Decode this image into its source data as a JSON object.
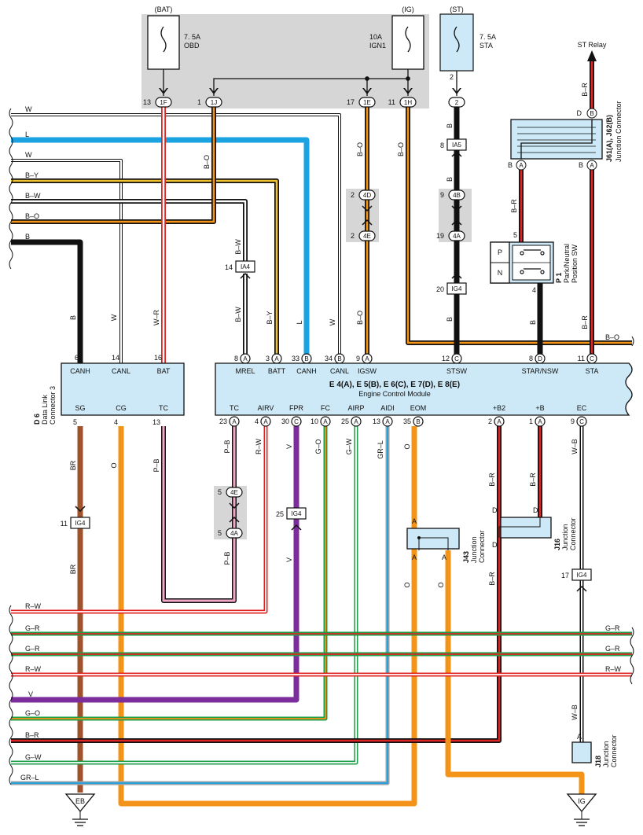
{
  "colors": {
    "W": "#ffffff",
    "L": "#1aa3e0",
    "B": "#111111",
    "Y": "#f2c230",
    "O": "#f39418",
    "R": "#e02424",
    "G": "#1e9e48",
    "V": "#7b2d9c",
    "BR": "#a0522d",
    "P": "#f2a6c8",
    "GR": "#9aa3ab",
    "ecm_fill": "#cde9f7",
    "shade": "#d6d6d6"
  },
  "fuses": [
    {
      "source": "(BAT)",
      "rating": "7. 5A",
      "name": "OBD",
      "terminal_num": "13",
      "terminal": "1F"
    },
    {
      "source": "(IG)",
      "rating": "10A",
      "name": "IGN1",
      "terminal_num": "11",
      "terminal": "1H"
    },
    {
      "source": "(ST)",
      "rating": "7. 5A",
      "name": "STA",
      "terminal_num": "2",
      "terminal": "2"
    }
  ],
  "ig_terminals": [
    {
      "num": "1",
      "id": "1J"
    },
    {
      "num": "17",
      "id": "1E"
    }
  ],
  "left_wires": [
    {
      "code": "W"
    },
    {
      "code": "L"
    },
    {
      "code": "W"
    },
    {
      "code": "B–Y"
    },
    {
      "code": "B–W"
    },
    {
      "code": "B–O"
    },
    {
      "code": "B"
    }
  ],
  "bottom_wires": [
    {
      "code": "R–W",
      "right": ""
    },
    {
      "code": "G–R",
      "right": "G–R"
    },
    {
      "code": "G–R",
      "right": "G–R"
    },
    {
      "code": "R–W",
      "right": "R–W"
    },
    {
      "code": "V",
      "right": ""
    },
    {
      "code": "G–O",
      "right": ""
    },
    {
      "code": "B–R",
      "right": ""
    },
    {
      "code": "G–W",
      "right": ""
    },
    {
      "code": "GR–L",
      "right": ""
    }
  ],
  "dlc": {
    "id": "D 6",
    "name": "Data Link",
    "name2": "Connector 3",
    "top_pins": [
      {
        "num": "6",
        "label": "CANH"
      },
      {
        "num": "14",
        "label": "CANL"
      },
      {
        "num": "16",
        "label": "BAT"
      }
    ],
    "bottom_pins": [
      {
        "num": "5",
        "label": "SG"
      },
      {
        "num": "4",
        "label": "CG"
      },
      {
        "num": "13",
        "label": "TC"
      }
    ]
  },
  "ecm": {
    "title": "E 4(A), E 5(B), E 6(C), E 7(D), E 8(E)",
    "name": "Engine Control Module",
    "top_pins": [
      {
        "num": "8",
        "conn": "A",
        "label": "MREL"
      },
      {
        "num": "3",
        "conn": "A",
        "label": "BATT"
      },
      {
        "num": "33",
        "conn": "B",
        "label": "CANH"
      },
      {
        "num": "34",
        "conn": "B",
        "label": "CANL"
      },
      {
        "num": "9",
        "conn": "A",
        "label": "IGSW"
      },
      {
        "num": "12",
        "conn": "C",
        "label": "STSW"
      },
      {
        "num": "8",
        "conn": "D",
        "label": "STAR/NSW"
      },
      {
        "num": "11",
        "conn": "C",
        "label": "STA"
      }
    ],
    "bottom_pins": [
      {
        "num": "23",
        "conn": "A",
        "label": "TC"
      },
      {
        "num": "4",
        "conn": "A",
        "label": "AIRV"
      },
      {
        "num": "30",
        "conn": "C",
        "label": "FPR"
      },
      {
        "num": "10",
        "conn": "A",
        "label": "FC"
      },
      {
        "num": "25",
        "conn": "A",
        "label": "AIRP"
      },
      {
        "num": "13",
        "conn": "A",
        "label": "AIDI"
      },
      {
        "num": "35",
        "conn": "B",
        "label": "EOM"
      },
      {
        "num": "2",
        "conn": "A",
        "label": "+B2"
      },
      {
        "num": "1",
        "conn": "A",
        "label": "+B"
      },
      {
        "num": "9",
        "conn": "C",
        "label": "EC"
      }
    ]
  },
  "wire_labels": {
    "BO_1J": "B–O",
    "BW_IA4": "B–W",
    "BW_low": "B–W",
    "BY": "B–Y",
    "L": "L",
    "W_canl": "W",
    "BO_igsw_up": "B–O",
    "BO_igsw_mid": "B–O",
    "BO_1H": "B–O",
    "B_st1": "B",
    "B_st2": "B",
    "B_st3": "B",
    "BR_pnp": "B–R",
    "B_star": "B",
    "BR_sta": "B–R",
    "BR_sta_up": "B–R",
    "BO_right": "B–O",
    "B_canh": "B",
    "W_dlc": "W",
    "WR_dlc": "W–R",
    "BR_sg": "BR",
    "BR_sg2": "BR",
    "O_cg": "O",
    "PB_tc": "P–B",
    "PB_ecm": "P–B",
    "PB_ecm2": "P–B",
    "RW_airv": "R–W",
    "V_fpr": "V",
    "V_fpr2": "V",
    "GO_fc": "G–O",
    "GW_airp": "G–W",
    "GRL_aidi": "GR–L",
    "O_eom": "O",
    "O_j43a": "O",
    "O_j43b": "O",
    "BR_b2a": "B–R",
    "BR_b2b": "B–R",
    "BR_b": "B–R",
    "WB_ec": "W–B",
    "WB_ec2": "W–B"
  },
  "connectors": {
    "IA4": {
      "num": "14",
      "id": "IA4"
    },
    "IA5": {
      "num": "8",
      "id": "IA5"
    },
    "4D": {
      "num": "2",
      "id": "4D"
    },
    "4E_top": {
      "num": "2",
      "id": "4E"
    },
    "4B": {
      "num": "9",
      "id": "4B"
    },
    "4A_top": {
      "num": "19",
      "id": "4A"
    },
    "IG4_st": {
      "num": "20",
      "id": "IG4"
    },
    "IG4_dlc": {
      "num": "11",
      "id": "IG4"
    },
    "4E_tc": {
      "num": "5",
      "id": "4E"
    },
    "4A_tc": {
      "num": "5",
      "id": "4A"
    },
    "IG4_fpr": {
      "num": "25",
      "id": "IG4"
    },
    "IG4_ec": {
      "num": "17",
      "id": "IG4"
    }
  },
  "junctions": {
    "j61": {
      "id": "J61(A), J62(B)",
      "name": "Junction Connector",
      "top": "D",
      "top2": "B",
      "bl": "B",
      "bl2": "A",
      "br": "B",
      "br2": "A"
    },
    "pnp": {
      "id": "P 1",
      "name": "Park/Neutral",
      "name2": "Position SW",
      "p": "P",
      "n": "N",
      "pin_top": "5",
      "pin_bot": "4"
    },
    "j43": {
      "id": "J43",
      "name": "Junction",
      "name2": "Connector",
      "a": "A"
    },
    "j16": {
      "id": "J16",
      "name": "Junction",
      "name2": "Connector",
      "d": "D"
    },
    "j18": {
      "id": "J18",
      "name": "Junction",
      "name2": "Connector",
      "a": "A"
    }
  },
  "st_relay": "ST Relay",
  "grounds": {
    "left": "EB",
    "right": "IG"
  }
}
